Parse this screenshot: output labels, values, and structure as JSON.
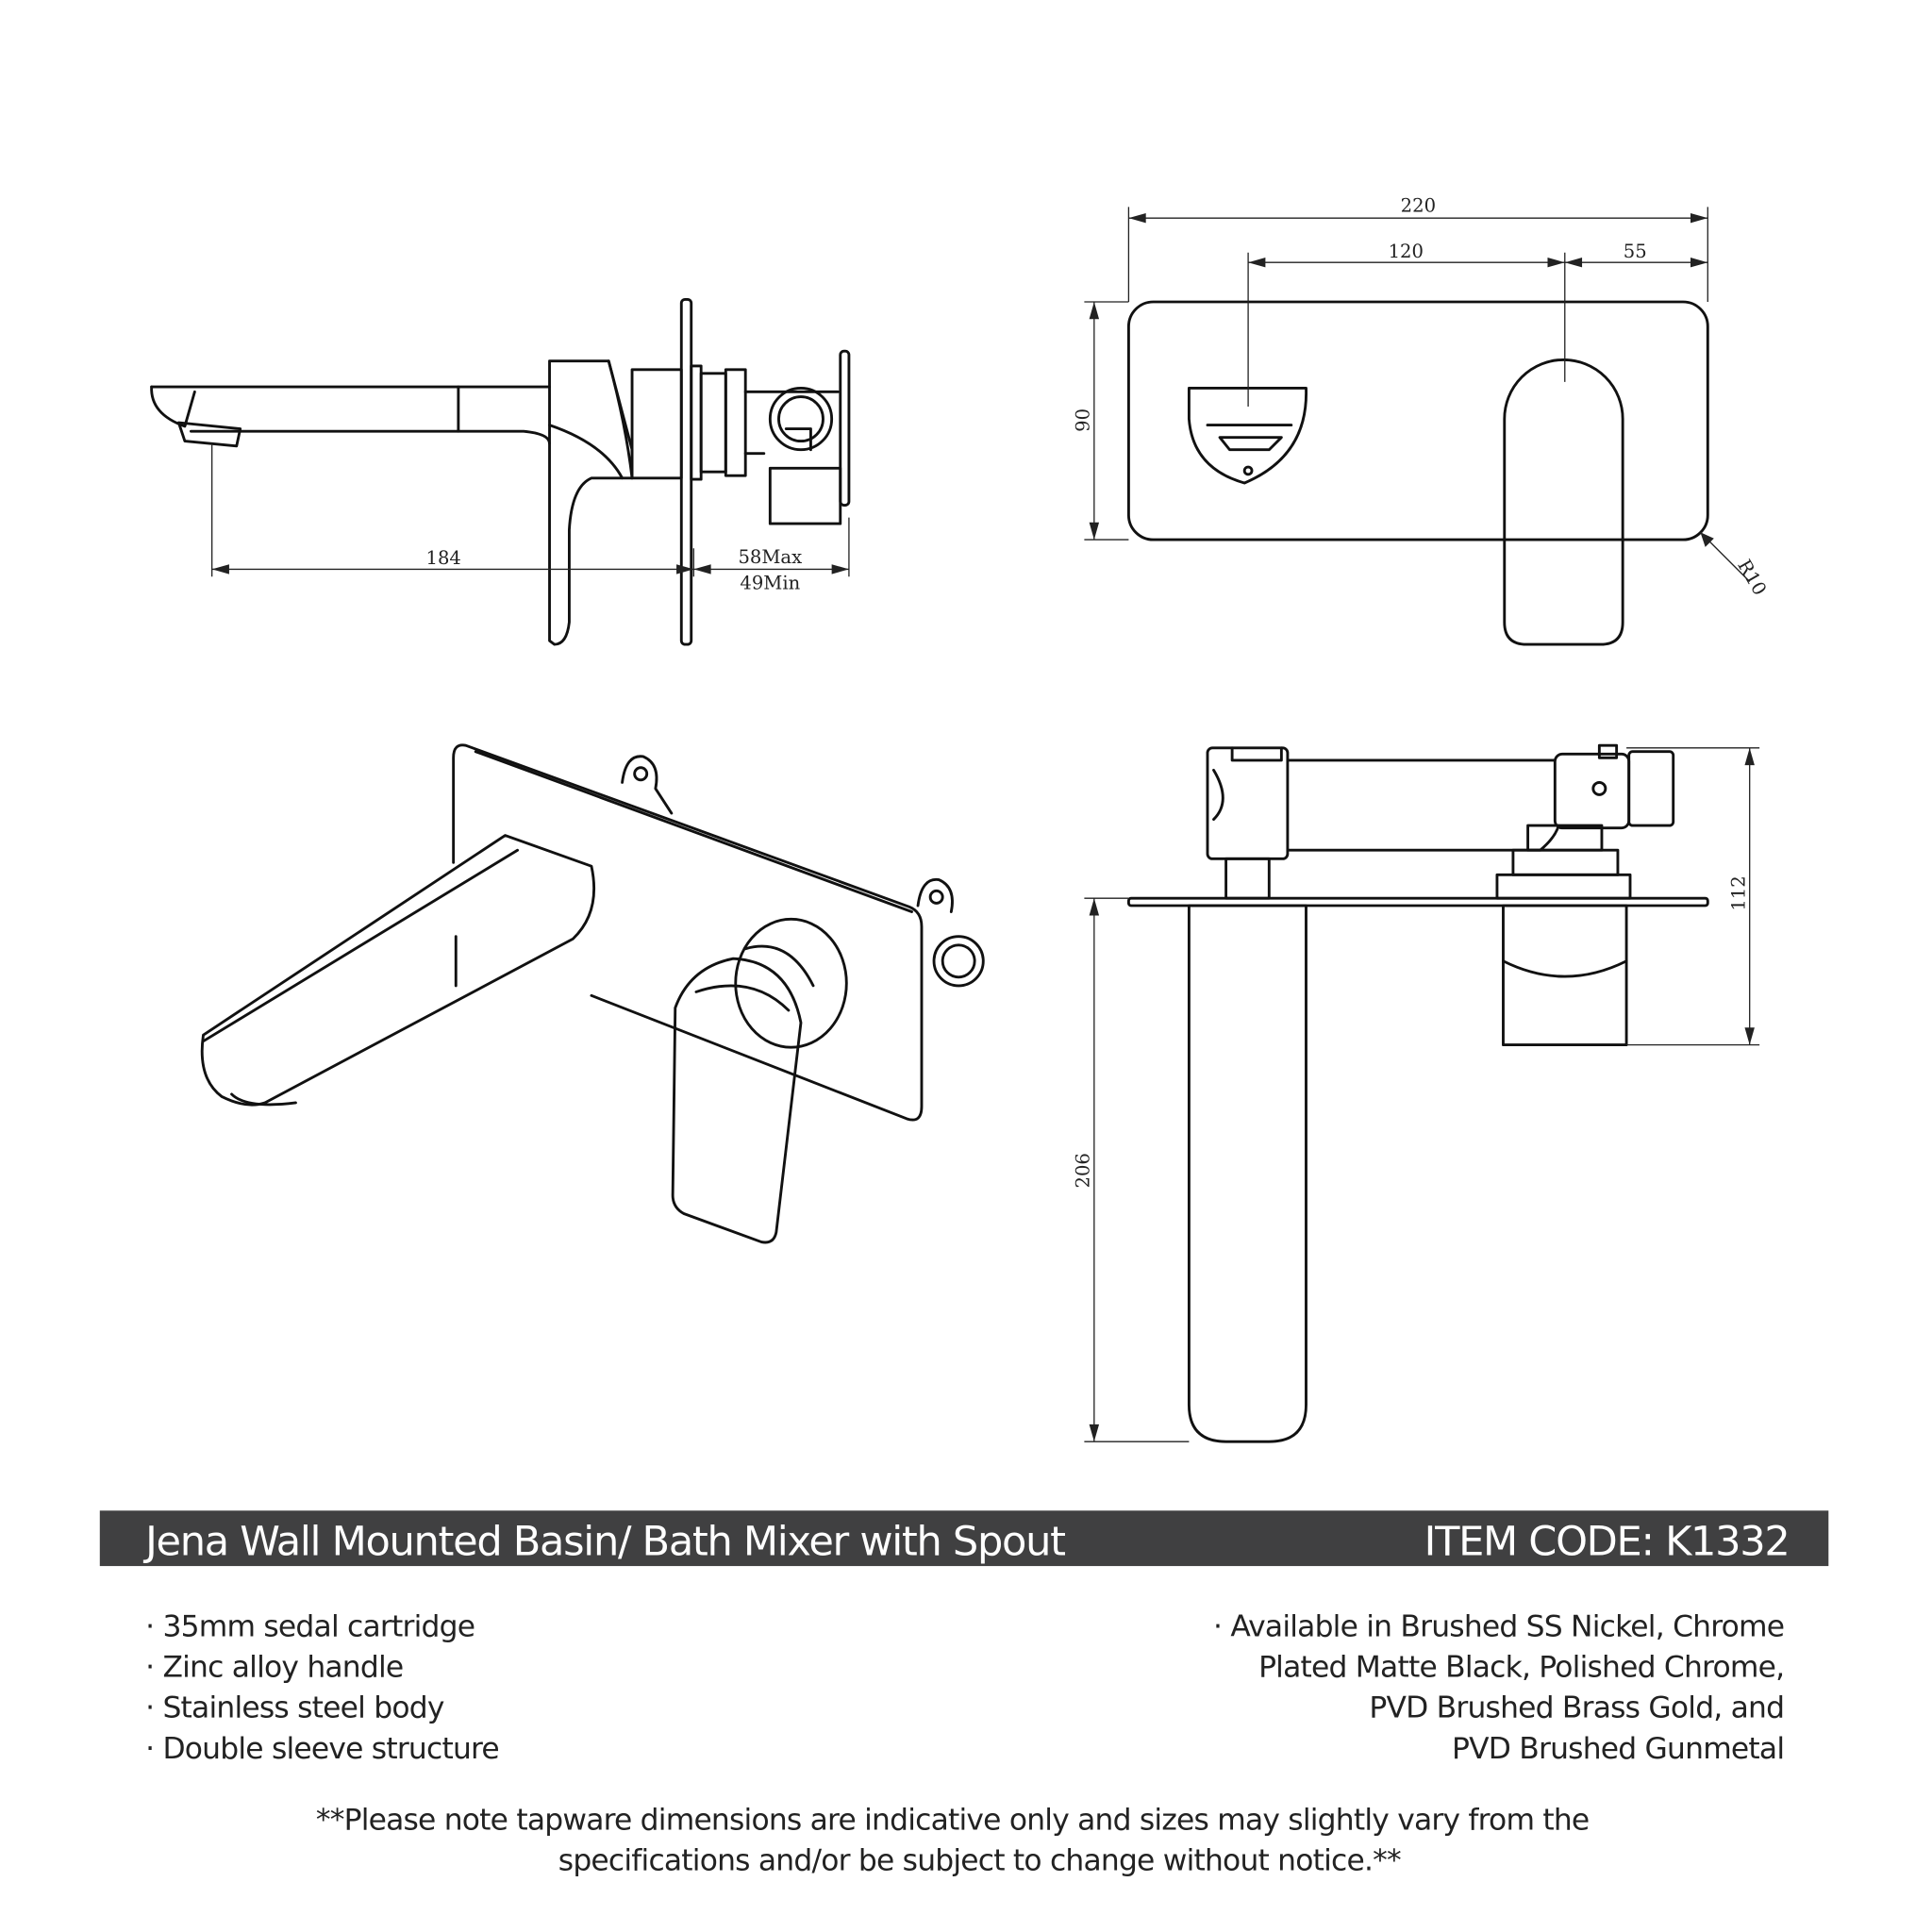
{
  "header": {
    "title": "Jena Wall Mounted Basin/ Bath Mixer with Spout",
    "item_code": "ITEM CODE: K1332",
    "bar_color": "#404041"
  },
  "features_left": [
    "· 35mm sedal cartridge",
    "· Zinc alloy handle",
    "· Stainless steel body",
    "· Double sleeve structure"
  ],
  "features_right": [
    "· Available in Brushed SS Nickel, Chrome",
    "Plated Matte Black, Polished Chrome,",
    "PVD Brushed Brass Gold, and",
    "PVD Brushed Gunmetal"
  ],
  "note": [
    "**Please note tapware dimensions are indicative only and sizes may slightly vary from the",
    "specifications and/or be subject to change without notice.**"
  ],
  "dimensions": {
    "side_view": {
      "spout_reach": "184",
      "max": "58Max",
      "min": "49Min"
    },
    "front_view": {
      "width": "220",
      "outlet_to_handle": "120",
      "handle_to_edge": "55",
      "height": "90",
      "radius": "R10"
    },
    "rear_view": {
      "body_depth": "112",
      "spout_length": "206"
    }
  }
}
